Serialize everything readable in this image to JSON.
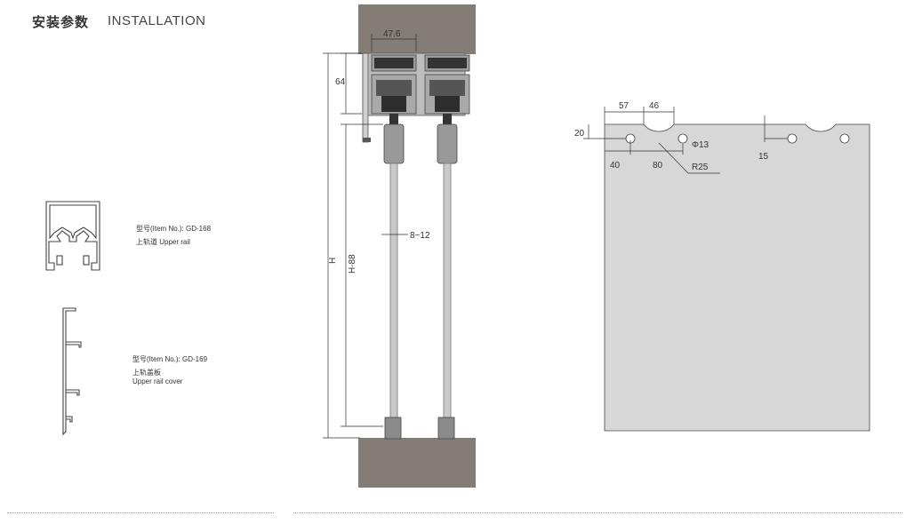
{
  "header": {
    "title_cn": "安装参数",
    "title_en": "INSTALLATION"
  },
  "products": [
    {
      "item_no": "型号(Item No.): GD-168",
      "name": "上轨道 Upper rail"
    },
    {
      "item_no": "型号(Item No.): GD-169",
      "name_cn": "上轨盖板",
      "name_en": "Upper rail cover"
    }
  ],
  "section_dims": {
    "width": "47.6",
    "height": "64",
    "total": "H",
    "glass": "H-88",
    "thickness": "8~12"
  },
  "panel_dims": {
    "d57": "57",
    "d46": "46",
    "d20": "20",
    "d40": "40",
    "d80": "80",
    "hole": "Φ13",
    "radius": "R25",
    "d15": "15"
  },
  "colors": {
    "concrete": "#847d75",
    "panel": "#d7d7d7",
    "rail": "#8f8f8f",
    "line": "#333333"
  }
}
